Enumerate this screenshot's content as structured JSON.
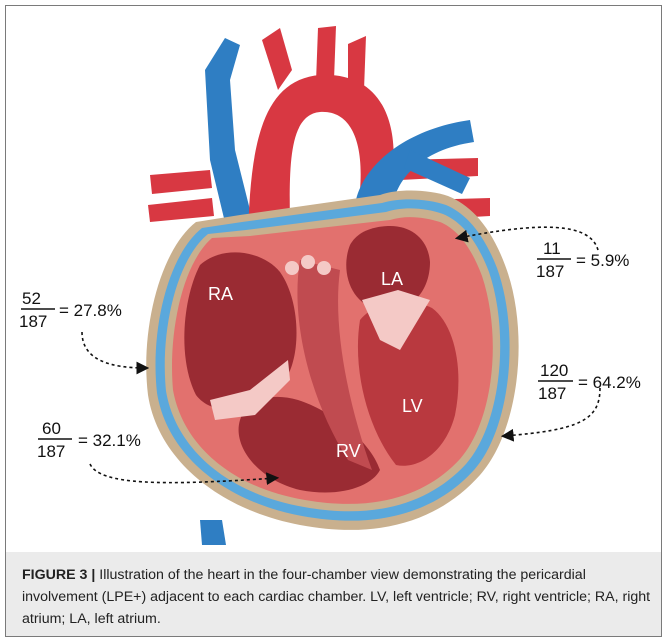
{
  "figure": {
    "chambers": {
      "ra": "RA",
      "la": "LA",
      "lv": "LV",
      "rv": "RV"
    },
    "annotations": {
      "left_upper": {
        "numerator": "52",
        "denominator": "187",
        "pct": "= 27.8%"
      },
      "left_lower": {
        "numerator": "60",
        "denominator": "187",
        "pct": "= 32.1%"
      },
      "right_upper": {
        "numerator": "11",
        "denominator": "187",
        "pct": "= 5.9%"
      },
      "right_lower": {
        "numerator": "120",
        "denominator": "187",
        "pct": "= 64.2%"
      }
    }
  },
  "caption": {
    "label": "FIGURE 3 |",
    "text": " Illustration of the heart in the four-chamber view demonstrating the pericardial involvement (LPE+) adjacent to each cardiac chamber. LV, left ventricle; RV, right ventricle; RA, right atrium; LA, left atrium."
  },
  "colors": {
    "vein_blue": "#2f7ec3",
    "artery_red": "#d83842",
    "chamber_dark": "#9a2b33",
    "myocardium": "#e2716e",
    "pericardium_blue": "#5aa8dc",
    "caption_bg": "#ebebeb"
  }
}
